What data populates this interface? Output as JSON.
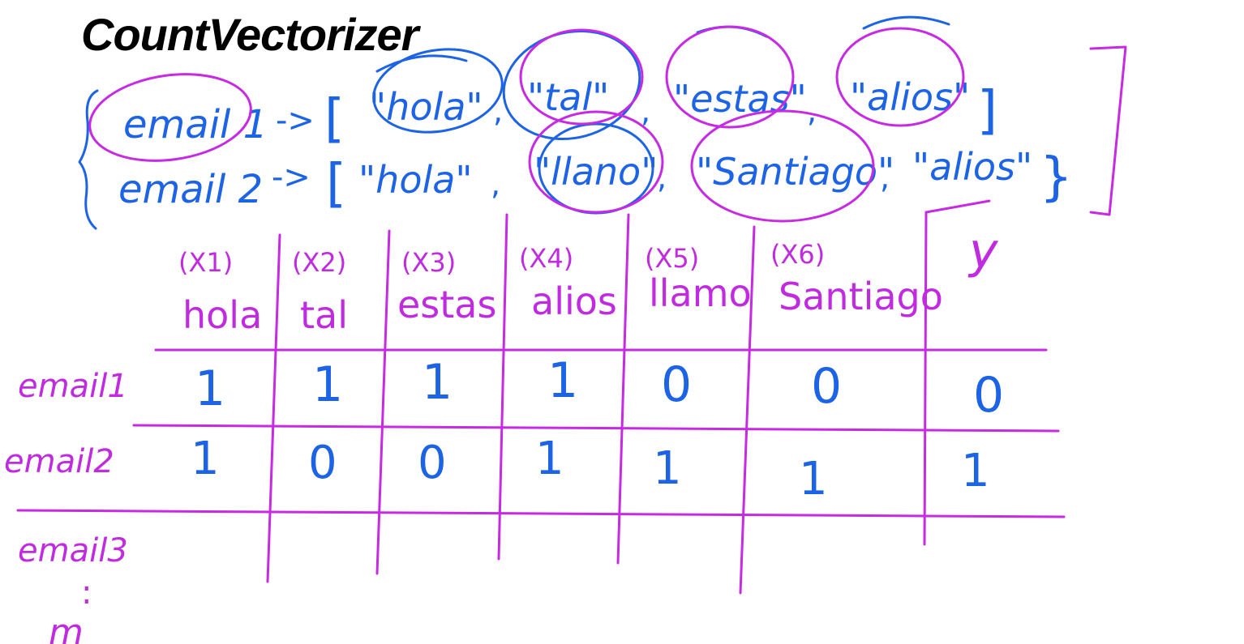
{
  "title": "CountVectorizer",
  "emails": [
    {
      "label": "email 1",
      "arrow": "->",
      "tokens": [
        "\"hola\"",
        "\"tal\"",
        "\"estas\"",
        "\"alios\""
      ]
    },
    {
      "label": "email 2",
      "arrow": "->",
      "tokens": [
        "\"hola\"",
        "\"llano\"",
        "\"Santiago\"",
        "\"alios\""
      ]
    }
  ],
  "table": {
    "columns": [
      {
        "var": "(X1)",
        "word": "hola"
      },
      {
        "var": "(X2)",
        "word": "tal"
      },
      {
        "var": "(X3)",
        "word": "estas"
      },
      {
        "var": "(X4)",
        "word": "alios"
      },
      {
        "var": "(X5)",
        "word": "llamo"
      },
      {
        "var": "(X6)",
        "word": "Santiago"
      },
      {
        "var": "",
        "word": "y"
      }
    ],
    "rows": [
      {
        "label": "email1",
        "values": [
          "1",
          "1",
          "1",
          "1",
          "0",
          "0",
          "0"
        ]
      },
      {
        "label": "email2",
        "values": [
          "1",
          "0",
          "0",
          "1",
          "1",
          "1",
          "1"
        ]
      },
      {
        "label": "email3",
        "values": [
          "",
          "",
          "",
          "",
          "",
          "",
          ""
        ]
      }
    ],
    "continuation": ":",
    "last_row_label": "m"
  },
  "colors": {
    "blue_ink": "#1d63e6",
    "magenta_ink": "#c62ae3",
    "title": "#000000"
  }
}
